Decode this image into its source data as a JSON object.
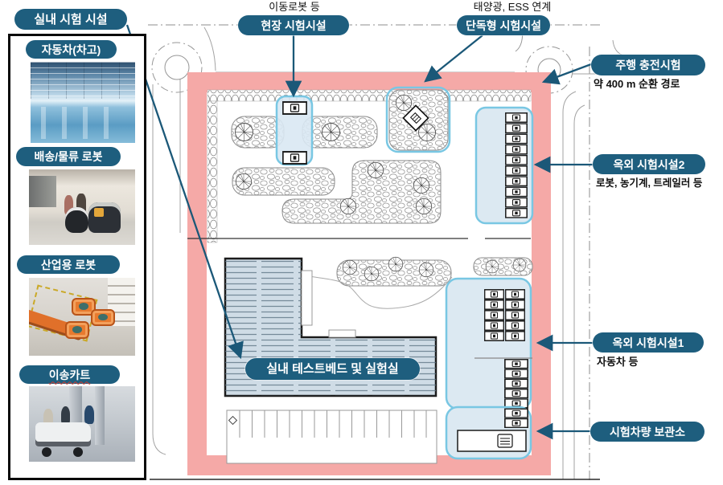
{
  "sidebar": {
    "title": "실내 시험 시설",
    "items": [
      {
        "label": "자동차(차고)",
        "photo": "warehouse-interior"
      },
      {
        "label": "배송/물류 로봇",
        "photo": "delivery-logistics-robots"
      },
      {
        "label": "산업용 로봇",
        "photo": "industrial-robots-charging-station"
      },
      {
        "label": "이송카트",
        "photo": "passenger-transfer-cart"
      }
    ]
  },
  "callouts": {
    "field": {
      "note": "이동로봇 등",
      "label": "현장 시험시설"
    },
    "standalone": {
      "note": "태양광, ESS 연계",
      "label": "단독형 시험시설"
    },
    "driving": {
      "label": "주행 충전시험",
      "note": "약 400 m 순환 경로"
    },
    "outdoor2": {
      "label": "옥외 시험시설2",
      "note": "로봇, 농기계, 트레일러 등"
    },
    "outdoor1": {
      "label": "옥외 시험시설1",
      "note": "자동차 등"
    },
    "storage": {
      "label": "시험차량 보관소"
    },
    "indoor_testbed": {
      "label": "실내 테스트베드 및 실험실"
    }
  },
  "colors": {
    "pill_bg": "#1e5e7e",
    "track_pink": "#f5a9a7",
    "highlight_stroke": "#79c7e3",
    "highlight_fill": "#dce9f2",
    "arrow": "#1b5878",
    "building_fill": "#cfdce6"
  }
}
